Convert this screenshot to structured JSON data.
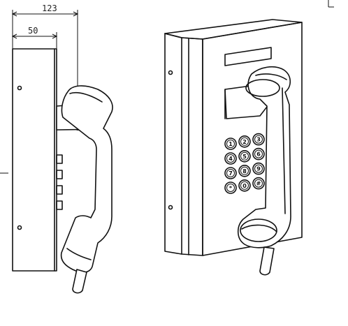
{
  "dimensions": {
    "overall_depth": "123",
    "box_depth": "50"
  },
  "keypad": {
    "keys": [
      "1",
      "2",
      "3",
      "4",
      "5",
      "6",
      "7",
      "8",
      "9",
      "*",
      "0",
      "#"
    ]
  },
  "colors": {
    "line": "#111111",
    "background": "#ffffff"
  }
}
